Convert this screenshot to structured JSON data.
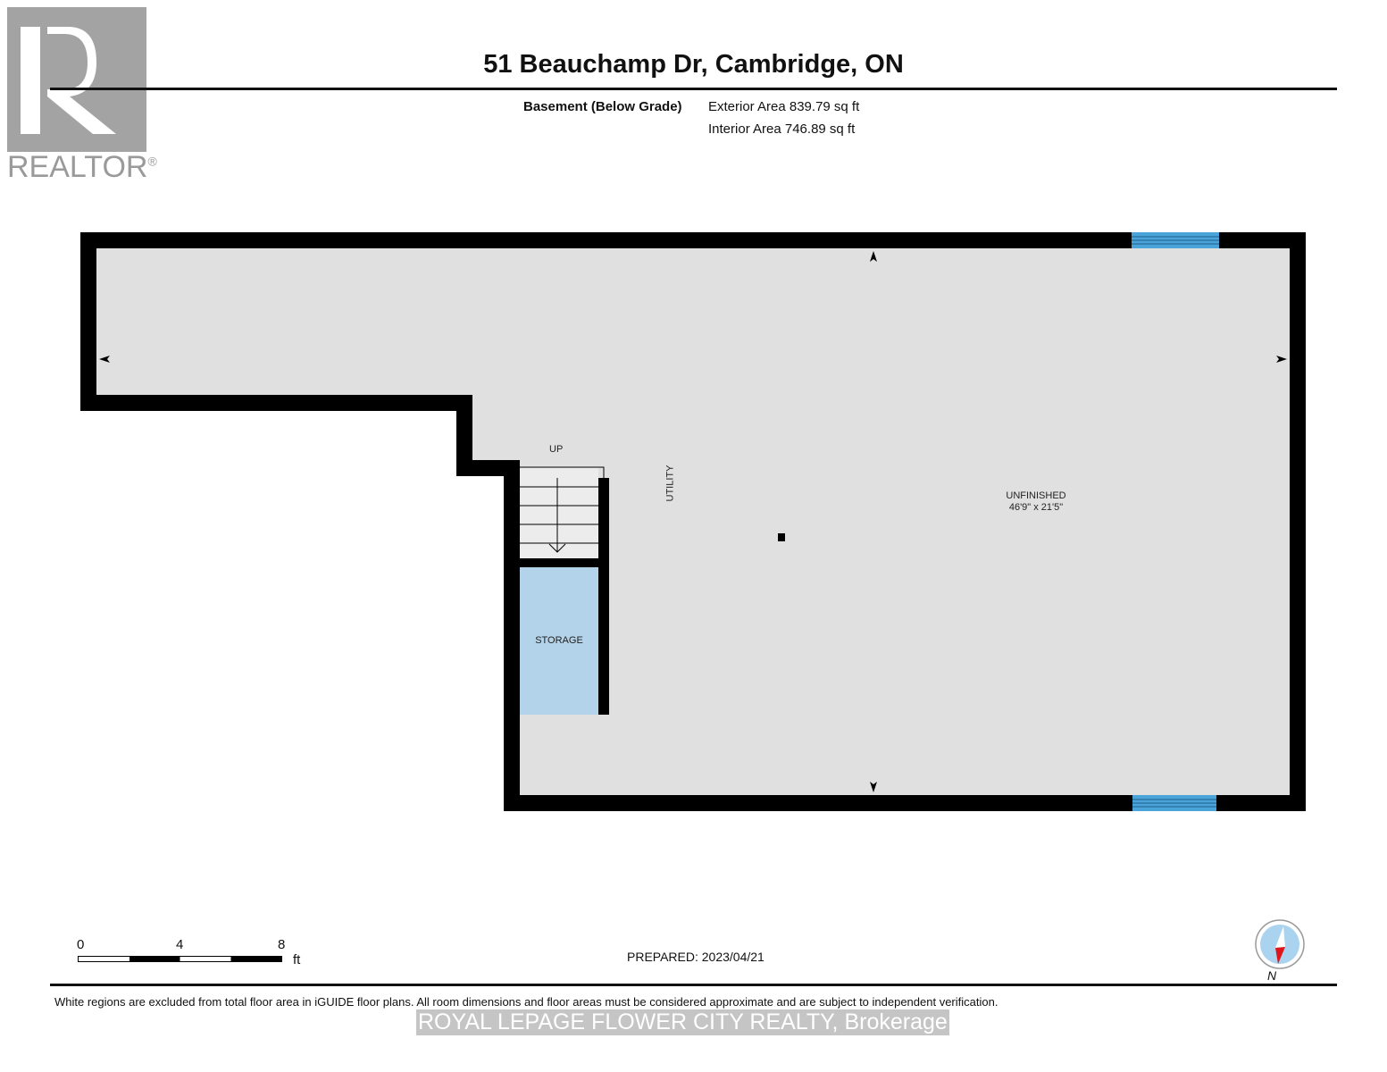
{
  "header": {
    "title": "51 Beauchamp Dr, Cambridge, ON",
    "floor_label": "Basement (Below Grade)",
    "exterior_area": "Exterior Area 839.79 sq ft",
    "interior_area": "Interior Area 746.89 sq ft"
  },
  "logo": {
    "text": "REALTOR",
    "mark": "®"
  },
  "plan": {
    "stairs_label": "UP",
    "utility_label": "UTILITY",
    "unfinished_label": "UNFINISHED",
    "unfinished_dims": "46'9\" x 21'5\"",
    "storage_label": "STORAGE",
    "colors": {
      "wall": "#000000",
      "floor": "#e0e0e0",
      "storage": "#b3d3ea",
      "window": "#4aa3d9"
    }
  },
  "scale": {
    "ticks": [
      "0",
      "4",
      "8"
    ],
    "unit": "ft"
  },
  "prepared": "PREPARED: 2023/04/21",
  "compass": {
    "label": "N",
    "icon": "compass-icon"
  },
  "footer": {
    "disclaimer": "White regions are excluded from total floor area in iGUIDE floor plans. All room dimensions and floor areas must be considered approximate and are subject to independent verification.",
    "brokerage": "ROYAL LEPAGE FLOWER CITY REALTY, Brokerage"
  }
}
